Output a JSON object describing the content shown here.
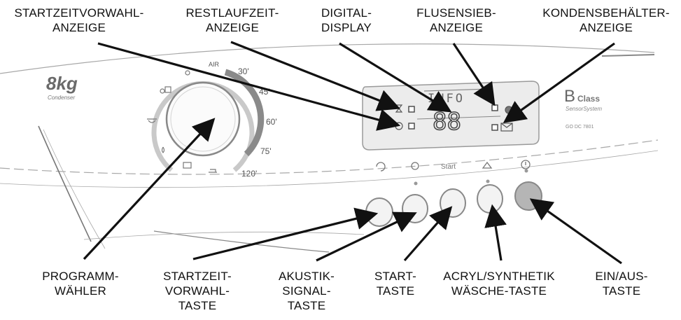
{
  "top_labels": [
    {
      "id": "startzeitvorwahl-anzeige",
      "lines": [
        "STARTZEITVORWAHL-",
        "ANZEIGE"
      ]
    },
    {
      "id": "restlaufzeit-anzeige",
      "lines": [
        "RESTLAUFZEIT-",
        "ANZEIGE"
      ]
    },
    {
      "id": "digital-display",
      "lines": [
        "DIGITAL-",
        "DISPLAY"
      ]
    },
    {
      "id": "flusensieb-anzeige",
      "lines": [
        "FLUSENSIEB-",
        "ANZEIGE"
      ]
    },
    {
      "id": "kondensbehaelter-anzeige",
      "lines": [
        "KONDENSBEHÄLTER-",
        "ANZEIGE"
      ]
    }
  ],
  "bottom_labels": [
    {
      "id": "programmwaehler",
      "lines": [
        "PROGRAMM-",
        "WÄHLER"
      ]
    },
    {
      "id": "startzeitvorwahl-taste",
      "lines": [
        "STARTZEIT-",
        "VORWAHL-",
        "TASTE"
      ]
    },
    {
      "id": "akustiksignal-taste",
      "lines": [
        "AKUSTIK-",
        "SIGNAL-",
        "TASTE"
      ]
    },
    {
      "id": "start-taste",
      "lines": [
        "START-",
        "TASTE"
      ]
    },
    {
      "id": "acryl-synthetik-taste",
      "lines": [
        "ACRYL/SYNTHETIK",
        "WÄSCHE-TASTE"
      ]
    },
    {
      "id": "ein-aus-taste",
      "lines": [
        "EIN/AUS-",
        "TASTE"
      ]
    }
  ],
  "panel": {
    "capacity": "8kg",
    "capacity_sub": "Condenser",
    "brand_letter": "B",
    "brand_word": "Class",
    "brand_sub": "SensorSystem",
    "model": "GO DC 7801",
    "info_label": "INFO",
    "display_digits": "88",
    "start_button_label": "Start"
  },
  "dial_marks": {
    "air": "AIR",
    "t30": "30'",
    "t45": "45'",
    "t60": "60'",
    "t75": "75'",
    "t120": "120'"
  },
  "colors": {
    "line": "#111111",
    "panel_stroke": "#9a9a9a",
    "display_bg": "#ececec",
    "dial_ring_dark": "#8a8a8a",
    "dial_ring_light": "#c9c9c9"
  }
}
